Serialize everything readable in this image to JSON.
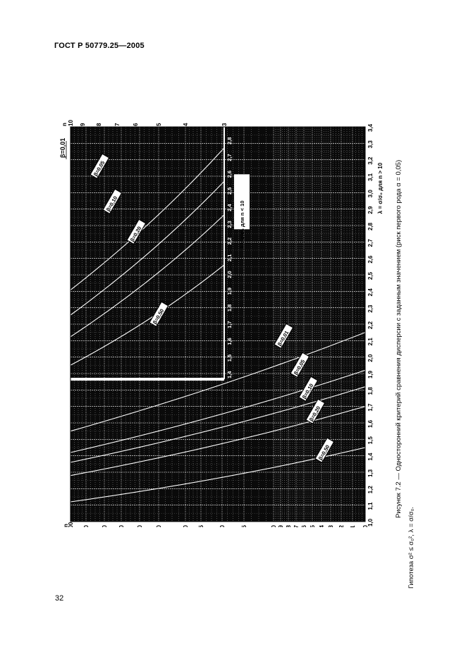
{
  "header": {
    "title": "ГОСТ Р 50779.25—2005"
  },
  "page": {
    "number": "32"
  },
  "caption": {
    "line1": "Рисунок 7.2 — Односторонний критерий сравнения дисперсии с заданным значением (риск первого рода α = 0,05)",
    "line2": "Гипотеза σ² ≤ σ₀², λ = σ/σ₀."
  },
  "chart_data": {
    "type": "line",
    "orientation": "rotated -90°",
    "x_axis": {
      "label": "λ = σ/σ₀ для n > 10",
      "ticks": [
        "1,0",
        "1,1",
        "1,2",
        "1,3",
        "1,4",
        "1,5",
        "1,6",
        "1,7",
        "1,8",
        "1,9",
        "2,0",
        "2,1",
        "2,2",
        "2,3",
        "2,4",
        "2,5",
        "2,6",
        "2,7",
        "2,8",
        "2,9",
        "3,0",
        "3,1",
        "3,2",
        "3,3",
        "3,4"
      ],
      "range": [
        1.0,
        3.4
      ]
    },
    "x_axis_small_n": {
      "label": "λ = σ/σ₀ для n < 10",
      "ticks": [
        "1,4",
        "1,5",
        "1,6",
        "1,7",
        "1,8",
        "1,9",
        "2,0",
        "2,1",
        "2,2",
        "2,3",
        "2,4",
        "2,5",
        "2,6",
        "2,7",
        "2,8"
      ],
      "range": [
        1.4,
        2.8
      ]
    },
    "y_axis": {
      "label": "n",
      "ticks_large": [
        "100",
        "90",
        "80",
        "70",
        "60",
        "50",
        "40",
        "35",
        "30",
        "25",
        "20",
        "19",
        "18",
        "17",
        "16",
        "15",
        "14",
        "13",
        "12",
        "11",
        "10"
      ],
      "ticks_small": [
        "10",
        "9",
        "8",
        "7",
        "6",
        "5",
        "4",
        "3"
      ]
    },
    "beta_top": "β=0,01",
    "series_small_n": [
      {
        "name": "β=0,05",
        "x": [
          1.9,
          2.75
        ],
        "y": [
          10,
          3
        ]
      },
      {
        "name": "β=0,10",
        "x": [
          1.75,
          2.55
        ],
        "y": [
          10,
          3
        ]
      },
      {
        "name": "β=0,20",
        "x": [
          1.62,
          2.35
        ],
        "y": [
          10,
          3
        ]
      },
      {
        "name": "β=0,50",
        "x": [
          1.45,
          2.05
        ],
        "y": [
          10,
          3
        ]
      }
    ],
    "series_large_n": [
      {
        "name": "β=0,01",
        "x": [
          1.55,
          2.15
        ],
        "y": [
          100,
          10
        ]
      },
      {
        "name": "β=0,05",
        "x": [
          1.42,
          1.92
        ],
        "y": [
          100,
          10
        ]
      },
      {
        "name": "β=0,10",
        "x": [
          1.36,
          1.82
        ],
        "y": [
          100,
          10
        ]
      },
      {
        "name": "β=0,20",
        "x": [
          1.28,
          1.7
        ],
        "y": [
          100,
          10
        ]
      },
      {
        "name": "β=0,50",
        "x": [
          1.12,
          1.45
        ],
        "y": [
          100,
          10
        ]
      }
    ]
  }
}
